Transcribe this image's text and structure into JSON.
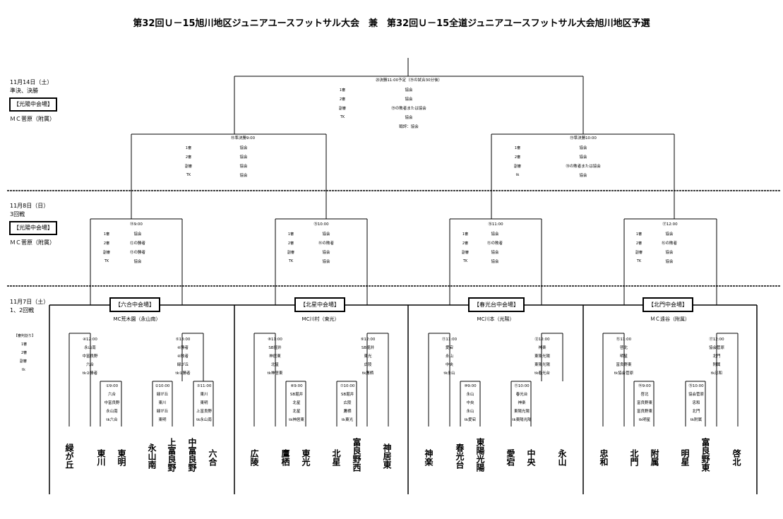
{
  "title": "第32回Ｕ－15旭川地区ジュニアユースフットサル大会　兼　第32回Ｕ－15全道ジュニアユースフットサル大会旭川地区予選",
  "days": [
    {
      "date": "11月14日（土）",
      "round": "準決、決勝",
      "venue": "【光陽中会場】",
      "mc": "ＭＣ菅原（附属）"
    },
    {
      "date": "11月8日（日）",
      "round": "3回戦",
      "venue": "【光陽中会場】",
      "mc": "ＭＣ菅原（附属）"
    },
    {
      "date": "11月7日（土）",
      "round": "1、2回戦"
    }
  ],
  "referee_legend": {
    "header": "【審判割り】",
    "roles": [
      "1審",
      "2審",
      "副審",
      "tk"
    ]
  },
  "final": {
    "header": "⑳決勝11:00予定（⑲の試合30分後）",
    "rows": [
      {
        "role": "1審",
        "who": "協会"
      },
      {
        "role": "2審",
        "who": "協会"
      },
      {
        "role": "副審",
        "who": "⑲の敗者または協会"
      },
      {
        "role": "TK",
        "who": "協会"
      }
    ],
    "note": "戦評：協会"
  },
  "semis": [
    {
      "header": "⑱準決勝9:00",
      "rows": [
        {
          "role": "1審",
          "who": "協会"
        },
        {
          "role": "2審",
          "who": "協会"
        },
        {
          "role": "副審",
          "who": "協会"
        },
        {
          "role": "TK",
          "who": "協会"
        }
      ]
    },
    {
      "header": "⑲準決勝10:00",
      "rows": [
        {
          "role": "1審",
          "who": "協会"
        },
        {
          "role": "2審",
          "who": "協会"
        },
        {
          "role": "副審",
          "who": "⑱の敗者または協会"
        },
        {
          "role": "tk",
          "who": "協会"
        }
      ]
    }
  ],
  "round3": [
    {
      "header": "⑭9:00",
      "rows": [
        {
          "role": "1審",
          "who": "協会"
        },
        {
          "role": "2審",
          "who": "⑫の勝者"
        },
        {
          "role": "副審",
          "who": "⑬の勝者"
        },
        {
          "role": "TK",
          "who": "協会"
        }
      ]
    },
    {
      "header": "⑮10:00",
      "rows": [
        {
          "role": "1審",
          "who": "協会"
        },
        {
          "role": "2審",
          "who": "⑭の敗者"
        },
        {
          "role": "副審",
          "who": "協会"
        },
        {
          "role": "TK",
          "who": "協会"
        }
      ]
    },
    {
      "header": "⑯11:00",
      "rows": [
        {
          "role": "1審",
          "who": "協会"
        },
        {
          "role": "2審",
          "who": "⑮の敗者"
        },
        {
          "role": "副審",
          "who": "協会"
        },
        {
          "role": "TK",
          "who": "協会"
        }
      ]
    },
    {
      "header": "⑰12:00",
      "rows": [
        {
          "role": "1審",
          "who": "協会"
        },
        {
          "role": "2審",
          "who": "⑯の敗者"
        },
        {
          "role": "副審",
          "who": "協会"
        },
        {
          "role": "TK",
          "who": "協会"
        }
      ]
    }
  ],
  "venues": [
    {
      "name": "【六合中会場】",
      "mc": "MC荒木園（永山南）"
    },
    {
      "name": "【北星中会場】",
      "mc": "MC川村（東光）"
    },
    {
      "name": "【春光台中会場】",
      "mc": "MC川本（光陽）"
    },
    {
      "name": "【北門中会場】",
      "mc": "ＭＣ遠谷（附属）"
    }
  ],
  "matches2": [
    {
      "header": "④12:00",
      "refs": [
        "永山南",
        "中富良野",
        "六合",
        "tk②勝者"
      ]
    },
    {
      "header": "⑤13:00",
      "refs": [
        "④勝者",
        "④敗者",
        "緑が丘",
        "tk①勝者"
      ]
    },
    {
      "header": "⑧11:00",
      "refs": [
        "SB掘井",
        "神居東",
        "北星",
        "tk神居東"
      ]
    },
    {
      "header": "⑨12:00",
      "refs": [
        "SB掘井",
        "東光",
        "広陵",
        "tk鷹栖"
      ]
    },
    {
      "header": "⑪11:00",
      "refs": [
        "愛宕",
        "永山",
        "中央",
        "tk永山"
      ]
    },
    {
      "header": "⑫12:00",
      "refs": [
        "神楽",
        "東陽光陽",
        "東陽光陽",
        "tk春光台"
      ]
    },
    {
      "header": "⑮11:00",
      "refs": [
        "啓北",
        "明星",
        "富良野東",
        "tk協会菅原"
      ]
    },
    {
      "header": "⑰12:00",
      "refs": [
        "協会菅原",
        "北門",
        "附属",
        "tk忠和"
      ]
    }
  ],
  "matches1": [
    {
      "header": "①9:00",
      "refs": [
        "六合",
        "中富良野",
        "永山南",
        "tk六合"
      ]
    },
    {
      "header": "②10:00",
      "refs": [
        "緑が丘",
        "東川",
        "緑が丘",
        "東明"
      ]
    },
    {
      "header": "③11:00",
      "refs": [
        "東川",
        "東明",
        "上富良野",
        "tk永山南"
      ]
    },
    {
      "header": "⑥9:00",
      "refs": [
        "SB堀井",
        "北星",
        "北星",
        "tk神居東"
      ]
    },
    {
      "header": "⑦10:00",
      "refs": [
        "SB堀井",
        "広陵",
        "鷹栖",
        "tk東光"
      ]
    },
    {
      "header": "⑩9:00",
      "refs": [
        "永山",
        "中央",
        "永山",
        "tk愛宕"
      ]
    },
    {
      "header": "⑪10:00",
      "refs": [
        "春光台",
        "神楽",
        "東陽光陽",
        "tk東陽光陽"
      ]
    },
    {
      "header": "⑭9:00",
      "refs": [
        "啓北",
        "富良野東",
        "富良野東",
        "tk明星"
      ]
    },
    {
      "header": "⑮10:00",
      "refs": [
        "協会菅原",
        "忠和",
        "北門",
        "tk附属"
      ]
    }
  ],
  "teams": [
    "緑が丘",
    "東川",
    "東明",
    "永山南",
    "上富良野",
    "中富良野",
    "六合",
    "広陵",
    "鷹栖",
    "東光",
    "北星",
    "富良野西",
    "神居東",
    "神楽",
    "春光台",
    "東陽光陽",
    "愛宕",
    "中央",
    "永山",
    "忠和",
    "北門",
    "附属",
    "明星",
    "富良野東",
    "啓北"
  ]
}
